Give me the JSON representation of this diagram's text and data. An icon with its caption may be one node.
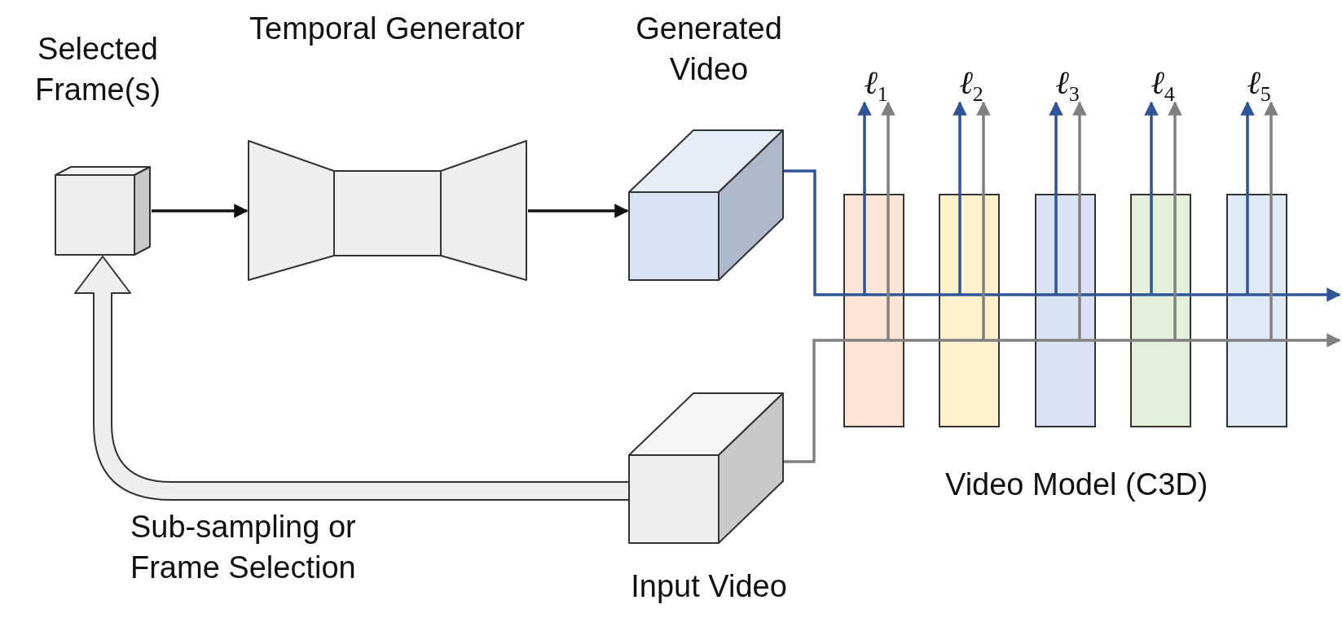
{
  "diagram": {
    "nodes": [
      {
        "text": [
          "Selected Frame(s)"
        ]
      },
      {
        "text": [
          "Temporal Generator"
        ]
      },
      {
        "text": [
          "Generated Video"
        ]
      },
      {
        "text": [
          "Input Video"
        ]
      },
      {
        "text": [],
        "shape": "bar"
      },
      {
        "text": [],
        "shape": "bar"
      },
      {
        "text": [],
        "shape": "bar"
      },
      {
        "text": [],
        "shape": "bar"
      },
      {
        "text": [],
        "shape": "bar"
      },
      {
        "text": [
          "ℓ$_{1}$"
        ]
      },
      {
        "text": [
          "ℓ$_{2}$"
        ]
      },
      {
        "text": [
          "ℓ$_{3}$"
        ]
      },
      {
        "text": [
          "ℓ$_{4}$"
        ]
      },
      {
        "text": [
          "ℓ$_{5}$"
        ]
      }
    ],
    "edges": [
      {
        "from": 0,
        "to": 1,
        "arrow": "to",
        "color": "#111111"
      },
      {
        "from": 1,
        "to": 2,
        "arrow": "to",
        "color": "#111111"
      },
      {
        "from": 3,
        "to": 0,
        "arrow": "to",
        "label": "Sub-sampling or Frame Selection",
        "style": "thick"
      },
      {
        "from": 2,
        "to": null,
        "arrow": "to",
        "color": "#2f5597"
      },
      {
        "from": 3,
        "to": null,
        "arrow": "to",
        "color": "#808080"
      },
      {
        "from": 4,
        "to": 9,
        "arrow": "to",
        "color": "#2f5597"
      },
      {
        "from": 4,
        "to": 9,
        "arrow": "to",
        "color": "#808080"
      },
      {
        "from": 5,
        "to": 10,
        "arrow": "to",
        "color": "#2f5597"
      },
      {
        "from": 5,
        "to": 10,
        "arrow": "to",
        "color": "#808080"
      },
      {
        "from": 6,
        "to": 11,
        "arrow": "to",
        "color": "#2f5597"
      },
      {
        "from": 6,
        "to": 11,
        "arrow": "to",
        "color": "#808080"
      },
      {
        "from": 7,
        "to": 12,
        "arrow": "to",
        "color": "#2f5597"
      },
      {
        "from": 7,
        "to": 12,
        "arrow": "to",
        "color": "#808080"
      },
      {
        "from": 8,
        "to": 13,
        "arrow": "to",
        "color": "#2f5597"
      },
      {
        "from": 8,
        "to": 13,
        "arrow": "to",
        "color": "#808080"
      }
    ],
    "labels": [
      "Video Model (C3D)"
    ]
  }
}
